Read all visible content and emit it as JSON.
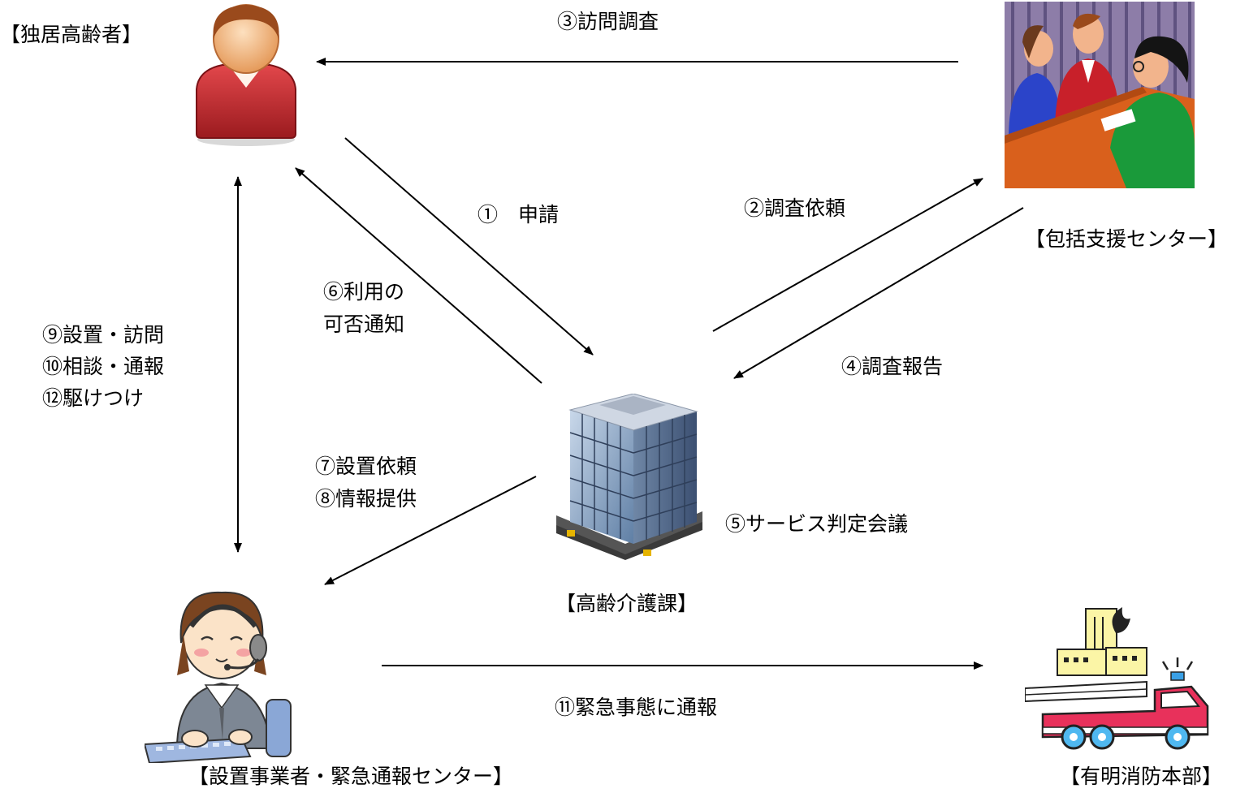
{
  "entities": {
    "elder": "【独居高齢者】",
    "support_center": "【包括支援センター】",
    "care_division": "【高齢介護課】",
    "installer": "【設置事業者・緊急通報センター】",
    "fire_dept": "【有明消防本部】"
  },
  "steps": {
    "s1": "①　申請",
    "s2": "②調査依頼",
    "s3": "③訪問調査",
    "s4": "④調査報告",
    "s5": "⑤サービス判定会議",
    "s6_line1": "⑥利用の",
    "s6_line2": "可否通知",
    "s7": "⑦設置依頼",
    "s8": "⑧情報提供",
    "s9": "⑨設置・訪問",
    "s10": "⑩相談・通報",
    "s11": "⑪緊急事態に通報",
    "s12": "⑫駆けつけ"
  },
  "colors": {
    "elder_shirt": "#c0262b",
    "elder_head": "#f3b27a",
    "hair": "#9a4a1c",
    "table": "#d9601c",
    "building_glass": "#8fa9c8",
    "firetruck": "#e8315b",
    "industry_yellow": "#fbf5a6"
  }
}
